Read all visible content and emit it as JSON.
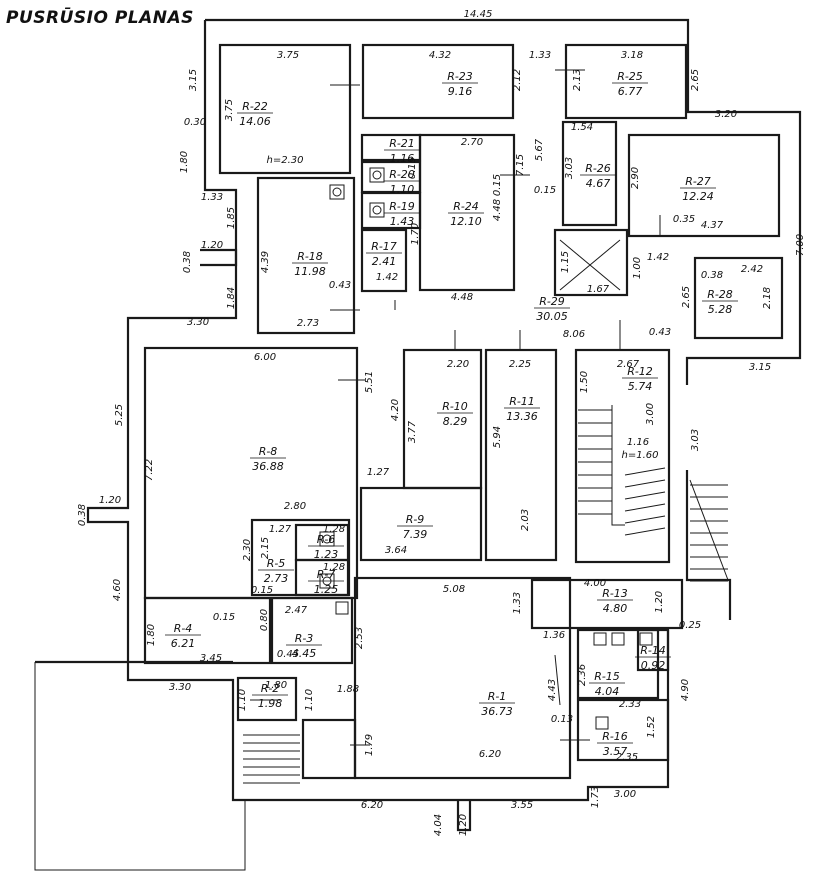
{
  "title": "PUSRŪSIO PLANAS",
  "rooms": [
    {
      "id": "R-22",
      "area": "14.06"
    },
    {
      "id": "R-23",
      "area": "9.16"
    },
    {
      "id": "R-25",
      "area": "6.77"
    },
    {
      "id": "R-26",
      "area": "4.67"
    },
    {
      "id": "R-27",
      "area": "12.24"
    },
    {
      "id": "R-24",
      "area": "12.10"
    },
    {
      "id": "R-21",
      "area": "1.16"
    },
    {
      "id": "R-20",
      "area": "1.10"
    },
    {
      "id": "R-19",
      "area": "1.43"
    },
    {
      "id": "R-17",
      "area": "2.41"
    },
    {
      "id": "R-18",
      "area": "11.98"
    },
    {
      "id": "R-28",
      "area": "5.28"
    },
    {
      "id": "R-29",
      "area": "30.05"
    },
    {
      "id": "R-10",
      "area": "8.29"
    },
    {
      "id": "R-11",
      "area": "13.36"
    },
    {
      "id": "R-12",
      "area": "5.74"
    },
    {
      "id": "R-8",
      "area": "36.88"
    },
    {
      "id": "R-9",
      "area": "7.39"
    },
    {
      "id": "R-5",
      "area": "2.73"
    },
    {
      "id": "R-4",
      "area": "6.21"
    },
    {
      "id": "R-3",
      "area": "4.45"
    },
    {
      "id": "R-2",
      "area": "1.98"
    },
    {
      "id": "R-13",
      "area": "4.80"
    },
    {
      "id": "R-1",
      "area": "36.73"
    },
    {
      "id": "R-14",
      "area": "0.92"
    },
    {
      "id": "R-15",
      "area": "4.04"
    },
    {
      "id": "R-16",
      "area": "3.57"
    },
    {
      "id": "R-6",
      "area": "1.23"
    },
    {
      "id": "R-7",
      "area": "1.25"
    }
  ],
  "dimensions": [
    "14.45",
    "3.15",
    "0.30",
    "1.80",
    "3.75",
    "3.75",
    "4.32",
    "1.33",
    "3.18",
    "2.12",
    "2.13",
    "2.65",
    "1.33",
    "1.85",
    "1.20",
    "0.38",
    "4.39",
    "1.84",
    "3.30",
    "h=2.30",
    "2.70",
    "5.67",
    "1.54",
    "3.03",
    "0.15",
    "0.15",
    "0.15",
    "4.48",
    "7.15",
    "3.20",
    "2.90",
    "0.35",
    "4.37",
    "7.00",
    "1.70",
    "1.42",
    "0.43",
    "4.48",
    "2.73",
    "1.15",
    "1.67",
    "1.00",
    "1.42",
    "2.65",
    "0.38",
    "2.42",
    "2.18",
    "6.00",
    "5.51",
    "8.06",
    "2.20",
    "2.25",
    "2.67",
    "0.43",
    "3.15",
    "4.20",
    "3.77",
    "5.94",
    "1.50",
    "3.00",
    "1.16",
    "h=1.60",
    "3.03",
    "5.25",
    "7.22",
    "1.27",
    "2.03",
    "0.38",
    "1.20",
    "2.80",
    "3.64",
    "2.30",
    "2.15",
    "1.27",
    "1.28",
    "1.28",
    "0.15",
    "5.08",
    "4.00",
    "1.33",
    "1.20",
    "4.60",
    "1.80",
    "0.15",
    "0.80",
    "2.47",
    "2.53",
    "1.36",
    "0.25",
    "3.45",
    "0.45",
    "1.88",
    "2.36",
    "4.43",
    "4.90",
    "3.30",
    "1.80",
    "1.10",
    "1.10",
    "0.13",
    "2.33",
    "1.52",
    "1.79",
    "6.20",
    "2.35",
    "6.20",
    "3.55",
    "3.00",
    "4.04",
    "1.20",
    "1.73"
  ]
}
